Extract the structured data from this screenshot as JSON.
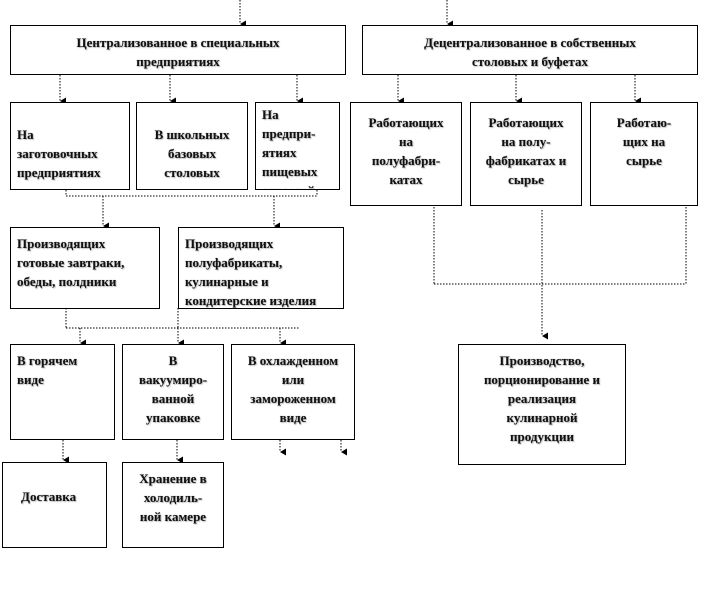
{
  "top": {
    "centralized": "Централизованное в специальных\nпредприятиях",
    "decentralized": "Децентрализованное в собственных\nстоловых и буфетах"
  },
  "central_level1": [
    "На\nзаготовочных\nпредприятиях",
    "В школьных\nбазовых\nстоловых",
    "На\nпредпри-\nятиях\nпищевых\nотраслей"
  ],
  "decentral_level1": [
    "Работающих\nна\nполуфабри-\nкатах",
    "Работающих\nна полу-\nфабрикатах и\nсырье",
    "Работаю-\nщих на\nсырье"
  ],
  "producers": [
    "Производящих\nготовые завтраки,\nобеды, полдники",
    "Производящих\nполуфабрикаты,\nкулинарные и\nкондитерские изделия"
  ],
  "forms": [
    "В горячем\nвиде",
    "В\nвакуумиро-\nванной\nупаковке",
    "В охлажденном\nили\nзамороженном\nвиде"
  ],
  "final": {
    "delivery": "Доставка",
    "storage": "Хранение в\nхолодиль-\nной камере",
    "production": "Производство,\nпорционирование и\nреализация\nкулинарной\nпродукции"
  }
}
